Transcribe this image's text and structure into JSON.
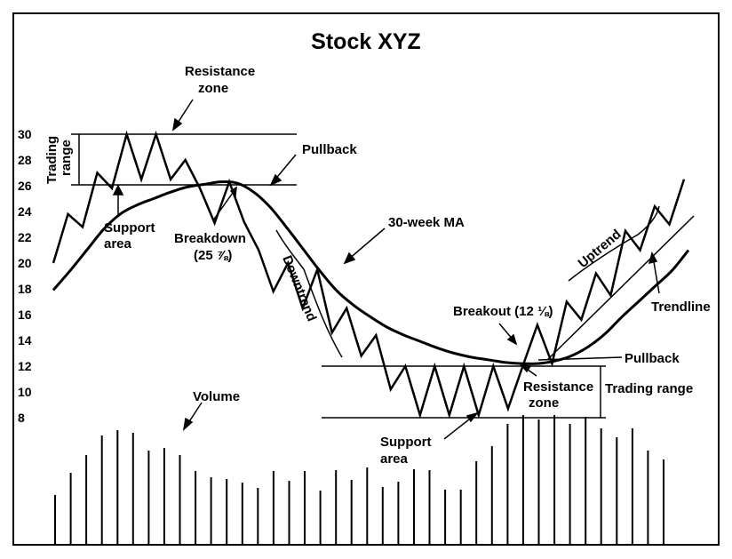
{
  "chart_data": {
    "type": "line",
    "title": "Stock XYZ",
    "y_ticks": [
      "30",
      "28",
      "26",
      "24",
      "22",
      "20",
      "18",
      "16",
      "14",
      "12",
      "10",
      "8"
    ],
    "ylim": [
      8,
      30
    ],
    "series": [
      {
        "values": [
          20,
          23.8,
          22.8,
          27,
          25.8,
          30,
          26.5,
          30,
          26.5,
          28,
          25.8,
          23.1,
          26.3,
          23.2,
          21,
          17.8,
          20,
          16.5,
          19.5,
          14.6,
          16.5,
          12.8,
          14.4,
          10.2,
          12,
          8.2,
          12,
          8.2,
          12,
          8.2,
          12,
          8.7,
          12,
          15.2,
          12.2,
          17,
          15.6,
          19.2,
          17.5,
          22.5,
          21,
          24.4,
          23,
          26.5
        ]
      },
      {
        "name": "30-week MA",
        "values": [
          17.9,
          19.4,
          21.0,
          22.6,
          23.8,
          24.5,
          25.0,
          25.5,
          25.9,
          26.1,
          26.3,
          26.2,
          25.5,
          24.3,
          22.7,
          21.0,
          19.3,
          17.8,
          16.7,
          15.8,
          15.0,
          14.4,
          13.9,
          13.4,
          13.0,
          12.7,
          12.5,
          12.3,
          12.2,
          12.2,
          12.4,
          12.8,
          13.5,
          14.5,
          15.8,
          17.0,
          18.2,
          19.4,
          21.0
        ]
      }
    ],
    "volume": [
      55,
      80,
      100,
      122,
      128,
      125,
      105,
      108,
      100,
      82,
      75,
      73,
      69,
      63,
      82,
      71,
      82,
      60,
      83,
      72,
      86,
      64,
      70,
      84,
      83,
      61,
      61,
      93,
      110,
      135,
      145,
      140,
      145,
      135,
      143,
      130,
      120,
      130,
      105,
      95
    ]
  },
  "annotations": {
    "resistance_zone_top": "Resistance zone",
    "trading_range_top": "Trading range",
    "support_area_top": "Support area",
    "breakdown": "Breakdown",
    "breakdown_price": "(25 ⅞)",
    "pullback_top": "Pullback",
    "ma": "30-week MA",
    "downtrend": "Downtrend",
    "volume": "Volume",
    "breakout": "Breakout (12 ⅛)",
    "uptrend": "Uptrend",
    "trendline": "Trendline",
    "pullback_bottom": "Pullback",
    "resistance_zone_bottom": "Resistance zone",
    "trading_range_bottom": "Trading range",
    "support_area_bottom": "Support area"
  }
}
